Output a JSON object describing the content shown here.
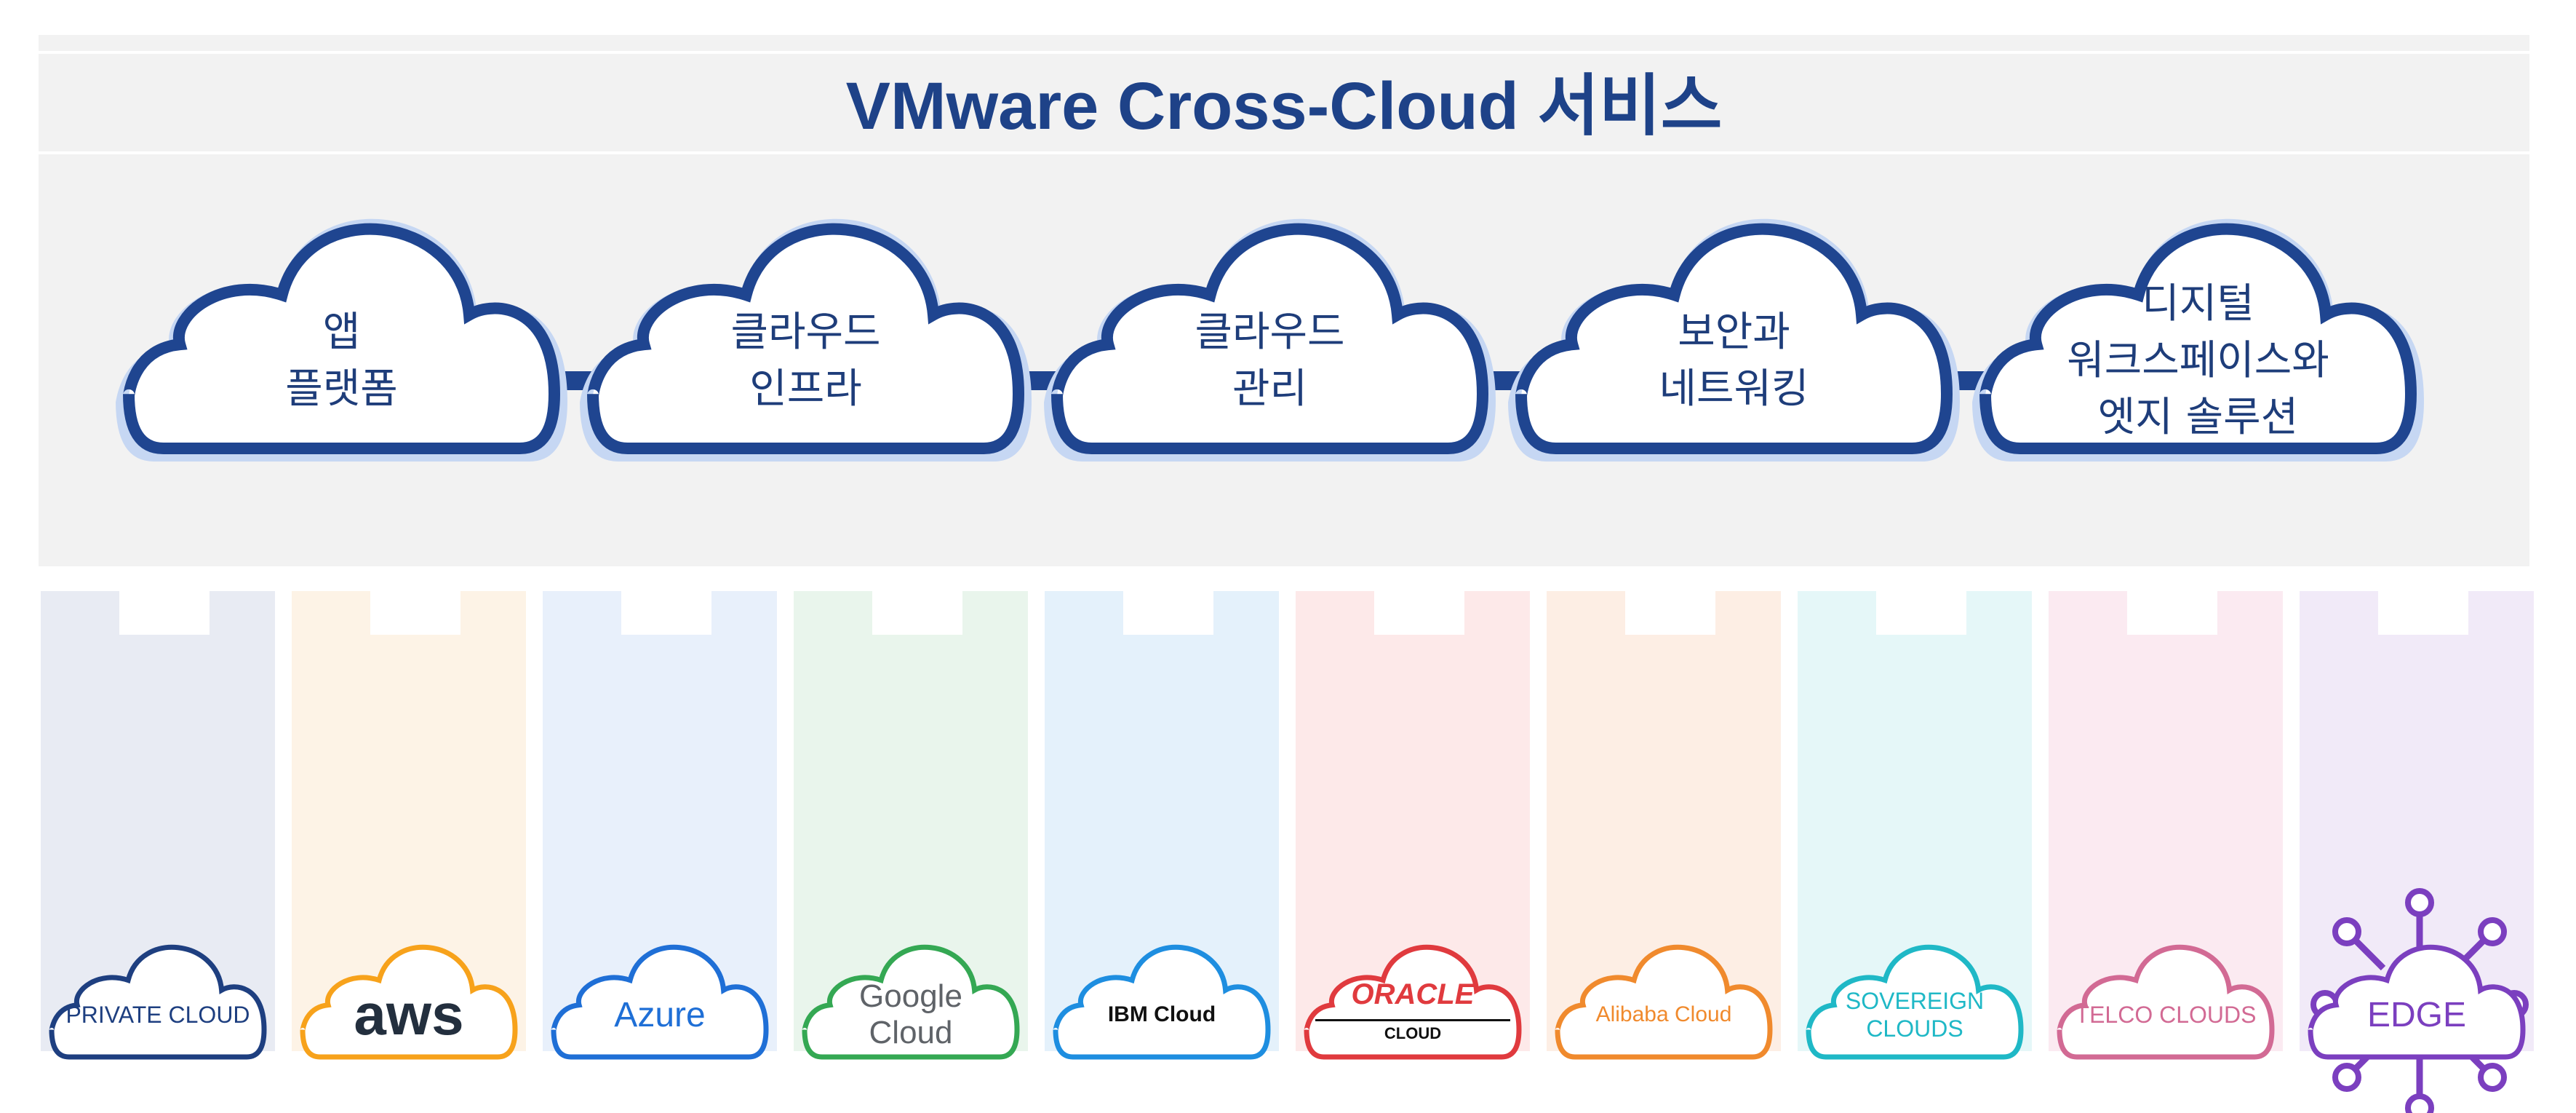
{
  "title": "VMware Cross-Cloud 서비스",
  "services": [
    {
      "label": "앱\n플랫폼"
    },
    {
      "label": "클라우드\n인프라"
    },
    {
      "label": "클라우드\n관리"
    },
    {
      "label": "보안과\n네트워킹"
    },
    {
      "label": "디지털\n워크스페이스와\n엣지 솔루션"
    }
  ],
  "providers": [
    {
      "label": "PRIVATE CLOUD",
      "color": "#1e3f80",
      "bg": "#e8ebf3"
    },
    {
      "label": "aws",
      "color": "#f7a21b",
      "bg": "#fdf3e6"
    },
    {
      "label": "Azure",
      "color": "#1f6fd6",
      "bg": "#e8f0fb"
    },
    {
      "label": "Google Cloud",
      "color": "#34a853",
      "bg": "#e9f5ec"
    },
    {
      "label": "IBM Cloud",
      "color": "#1e8ee0",
      "bg": "#e4f1fb"
    },
    {
      "label": "ORACLE",
      "sublabel": "CLOUD",
      "color": "#e03a3e",
      "bg": "#fde9e9"
    },
    {
      "label": "Alibaba Cloud",
      "color": "#f08a2d",
      "bg": "#fdeee4"
    },
    {
      "label": "SOVEREIGN\nCLOUDS",
      "color": "#1fb8c6",
      "bg": "#e5f7f8"
    },
    {
      "label": "TELCO CLOUDS",
      "color": "#d26a94",
      "bg": "#fbeaf1"
    },
    {
      "label": "EDGE",
      "color": "#7b3fbf",
      "bg": "#f1eaf8"
    }
  ],
  "colors": {
    "title": "#1e4288",
    "cloud_border": "#1f4590",
    "cloud_halo": "#c6d7f3"
  }
}
